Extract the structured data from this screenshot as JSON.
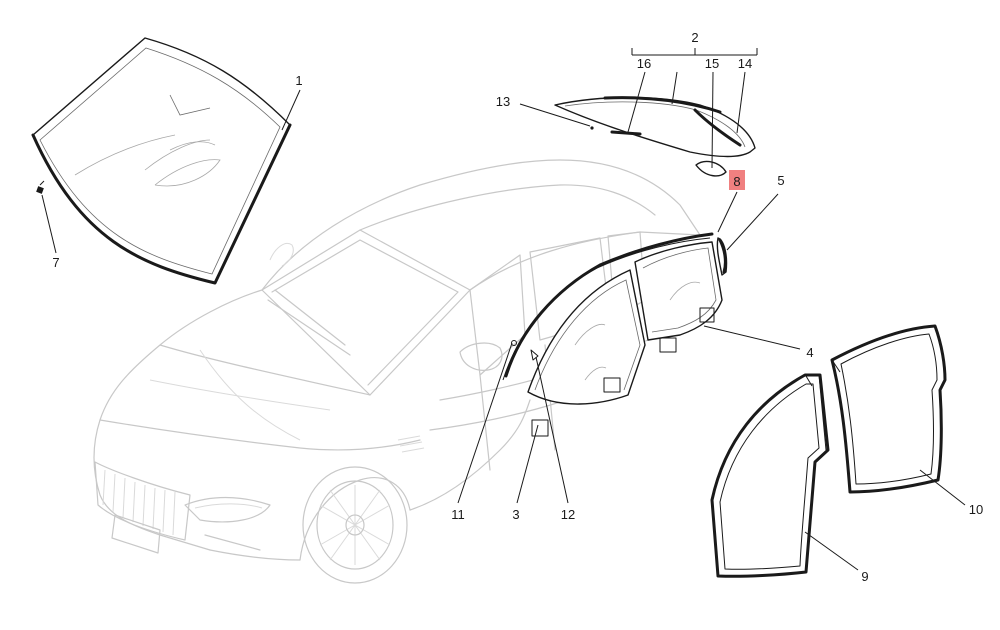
{
  "callouts": {
    "c1": "1",
    "c2": "2",
    "c3": "3",
    "c4": "4",
    "c5": "5",
    "c7": "7",
    "c8": "8",
    "c9": "9",
    "c10": "10",
    "c11": "11",
    "c12": "12",
    "c13": "13",
    "c14": "14",
    "c15": "15",
    "c16": "16"
  },
  "colors": {
    "line": "#1a1a1a",
    "car_outline": "#c8c8c8",
    "highlight": "#f08080"
  },
  "highlighted_callout": "8"
}
